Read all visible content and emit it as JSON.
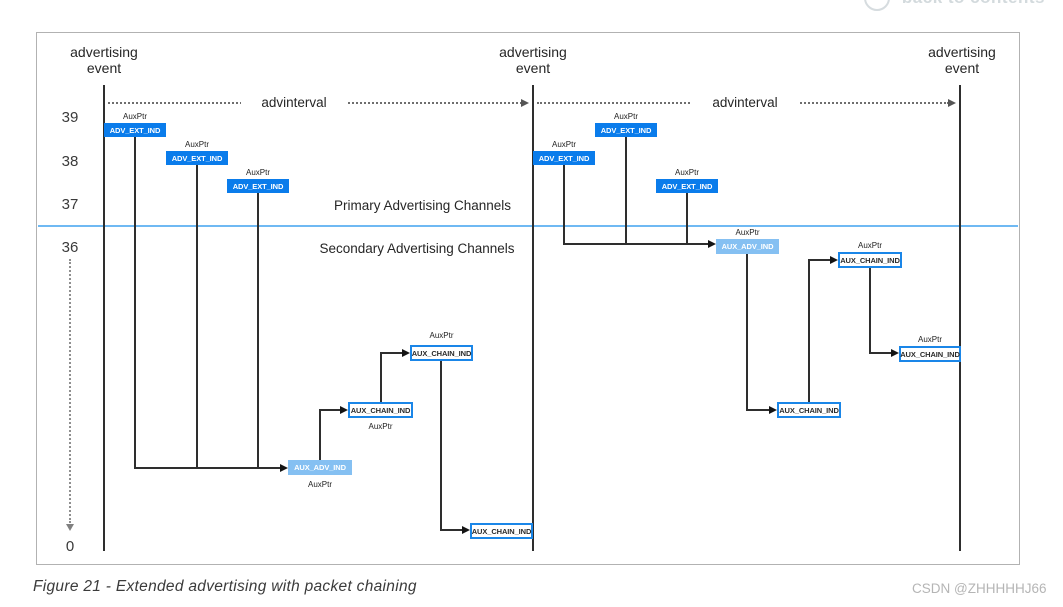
{
  "header": {
    "back_to_contents": "back to contents"
  },
  "diagram": {
    "event_label_line1": "advertising",
    "event_label_line2": "event",
    "advinterval": "advinterval",
    "primary_channels_label": "Primary Advertising Channels",
    "secondary_channels_label": "Secondary Advertising Channels",
    "auxptr": "AuxPtr",
    "channels": [
      "39",
      "38",
      "37",
      "36",
      "0"
    ],
    "packets": {
      "adv_ext_ind": "ADV_EXT_IND",
      "aux_adv_ind": "AUX_ADV_IND",
      "aux_chain_ind": "AUX_CHAIN_IND"
    }
  },
  "colors": {
    "adv-ext-fill": "#0a7ceb",
    "aux-adv-fill": "#85c0f2",
    "aux-chain-border": "#1a86e8",
    "divider-blue": "#6fb9f3",
    "line-dark": "#2e2e2e"
  },
  "caption": "Figure 21 - Extended advertising with packet chaining",
  "watermark": "CSDN @ZHHHHHJ66"
}
